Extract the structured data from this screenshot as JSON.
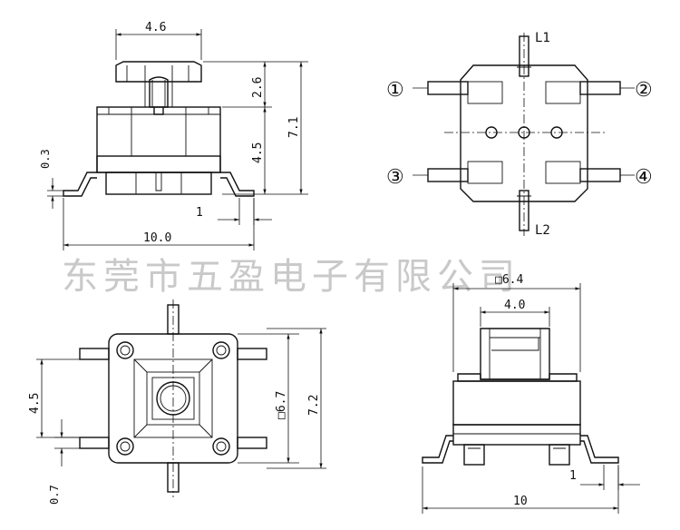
{
  "watermark": "东莞市五盈电子有限公司",
  "views": {
    "front": {
      "dims": {
        "top_width": "4.6",
        "actuator_height": "2.6",
        "body_height": "4.5",
        "total_height": "7.1",
        "base_offset": "0.3",
        "pin_foot": "1",
        "overall_width": "10.0"
      }
    },
    "schematic": {
      "labels": {
        "l1": "L1",
        "l2": "L2",
        "pin1": "①",
        "pin2": "②",
        "pin3": "③",
        "pin4": "④"
      }
    },
    "top": {
      "dims": {
        "pin_pitch": "4.5",
        "body_square": "□6.7",
        "overall": "7.2",
        "pin_width": "0.7"
      }
    },
    "side": {
      "dims": {
        "body_square": "□6.4",
        "actuator_width": "4.0",
        "pin_foot": "1",
        "overall_width": "10"
      }
    }
  }
}
